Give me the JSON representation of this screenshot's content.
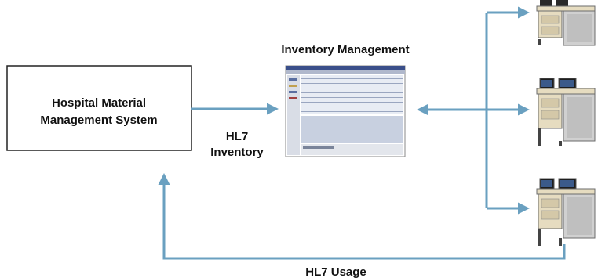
{
  "diagram": {
    "hmms_box": {
      "line1": "Hospital Material",
      "line2": "Management System"
    },
    "inventory_label": "Inventory Management",
    "hl7_inventory": {
      "line1": "HL7",
      "line2": "Inventory"
    },
    "hl7_usage": "HL7 Usage",
    "colors": {
      "arrow": "#6aa0c0",
      "box_border": "#222222",
      "screen_header": "#3a4f8a",
      "screen_body": "#c8d0e0",
      "cabinet_beige": "#e6dcc0",
      "cabinet_frame": "#6b6b6b"
    }
  }
}
